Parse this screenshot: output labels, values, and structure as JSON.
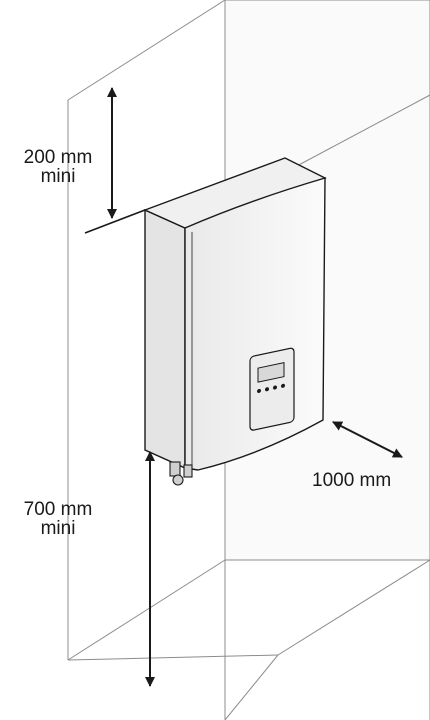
{
  "clearances": {
    "top": {
      "value": "200 mm",
      "qualifier": "mini"
    },
    "bottom": {
      "value": "700 mm",
      "qualifier": "mini"
    },
    "front": {
      "value": "1000 mm"
    }
  },
  "colors": {
    "line": "#1a1a1a",
    "room_edge": "#8c8c8c",
    "boiler_front": "#f4f4f4",
    "boiler_side": "#e6e6e6"
  }
}
